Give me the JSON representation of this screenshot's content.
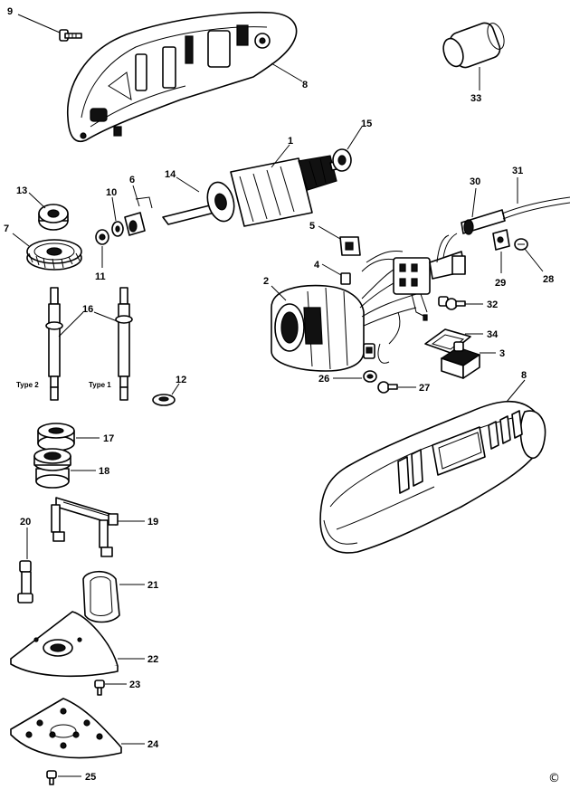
{
  "callouts": {
    "c1": "1",
    "c2": "2",
    "c3": "3",
    "c4": "4",
    "c5": "5",
    "c6": "6",
    "c7": "7",
    "c8a": "8",
    "c8b": "8",
    "c9": "9",
    "c10": "10",
    "c11": "11",
    "c12": "12",
    "c13": "13",
    "c14": "14",
    "c15": "15",
    "c16": "16",
    "c17": "17",
    "c18": "18",
    "c19": "19",
    "c20": "20",
    "c21": "21",
    "c22": "22",
    "c23": "23",
    "c24": "24",
    "c25": "25",
    "c26": "26",
    "c27": "27",
    "c28": "28",
    "c29": "29",
    "c30": "30",
    "c31": "31",
    "c32": "32",
    "c33": "33",
    "c34": "34"
  },
  "labels": {
    "type2": "Type 2",
    "type1": "Type 1"
  },
  "copyright": "©"
}
